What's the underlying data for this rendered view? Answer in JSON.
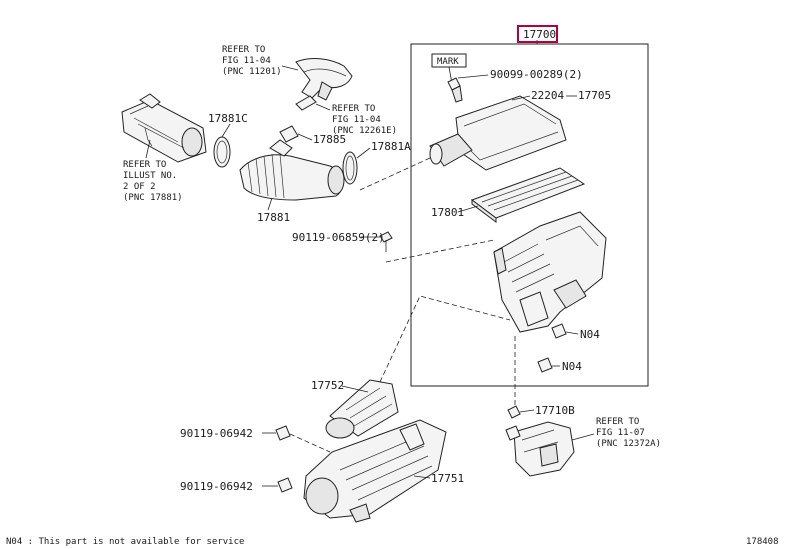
{
  "top_label": "17700",
  "mark_label": "MARK",
  "refs": {
    "r1": [
      "REFER TO",
      "FIG 11-04",
      "(PNC 11201)"
    ],
    "r2": [
      "REFER TO",
      "FIG 11-04",
      "(PNC 12261E)"
    ],
    "r3": [
      "REFER TO",
      "ILLUST NO.",
      "2 OF 2",
      "(PNC 17881)"
    ],
    "r4": [
      "REFER TO",
      "FIG 11-07",
      "(PNC 12372A)"
    ]
  },
  "parts": {
    "p17881c": "17881C",
    "p17885": "17885",
    "p17881a": "17881A",
    "p17881": "17881",
    "p90119a": "90119-06859(2)",
    "p90099": "90099-00289(2)",
    "p22204": "22204",
    "p17705": "17705",
    "p17801": "17801",
    "pn04a": "N04",
    "pn04b": "N04",
    "p17752": "17752",
    "p90119b": "90119-06942",
    "p90119c": "90119-06942",
    "p17751": "17751",
    "p17710b": "17710B"
  },
  "footer_note": "N04 : This part is not available for service",
  "figure_code": "178408"
}
